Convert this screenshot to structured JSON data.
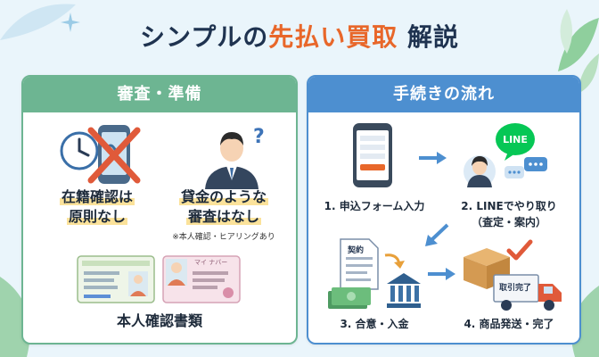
{
  "title": {
    "main": "シンプルの",
    "highlight": "先払い買取",
    "suffix": " 解説"
  },
  "left_panel": {
    "header": "審査・準備",
    "item1": {
      "line1": "在籍確認は",
      "line2": "原則なし"
    },
    "item2": {
      "line1": "貸金のような",
      "line2": "審査はなし",
      "note": "※本人確認・ヒアリングあり"
    },
    "item3": {
      "label": "本人確認書類"
    },
    "card_text": "マイ ナバー"
  },
  "right_panel": {
    "header": "手続きの流れ",
    "step1": "1. 申込フォーム入力",
    "step2": {
      "line1": "2. LINEでやり取り",
      "line2": "（査定・案内）"
    },
    "step3": "3. 合意・入金",
    "step4": "4. 商品発送・完了",
    "line_logo": "LINE",
    "doc_label": "契約",
    "truck_label": "取引完了"
  },
  "colors": {
    "green": "#6db592",
    "blue": "#4d8fd0",
    "accent": "#e8672a",
    "highlight": "#fbe29a"
  },
  "icons": [
    "clock-icon",
    "phone-crossed-icon",
    "question-person-icon",
    "id-card-icon",
    "my-number-card-icon",
    "form-phone-icon",
    "line-chat-icon",
    "contract-icon",
    "money-icon",
    "bank-icon",
    "box-icon",
    "truck-icon",
    "arrow-icon"
  ]
}
